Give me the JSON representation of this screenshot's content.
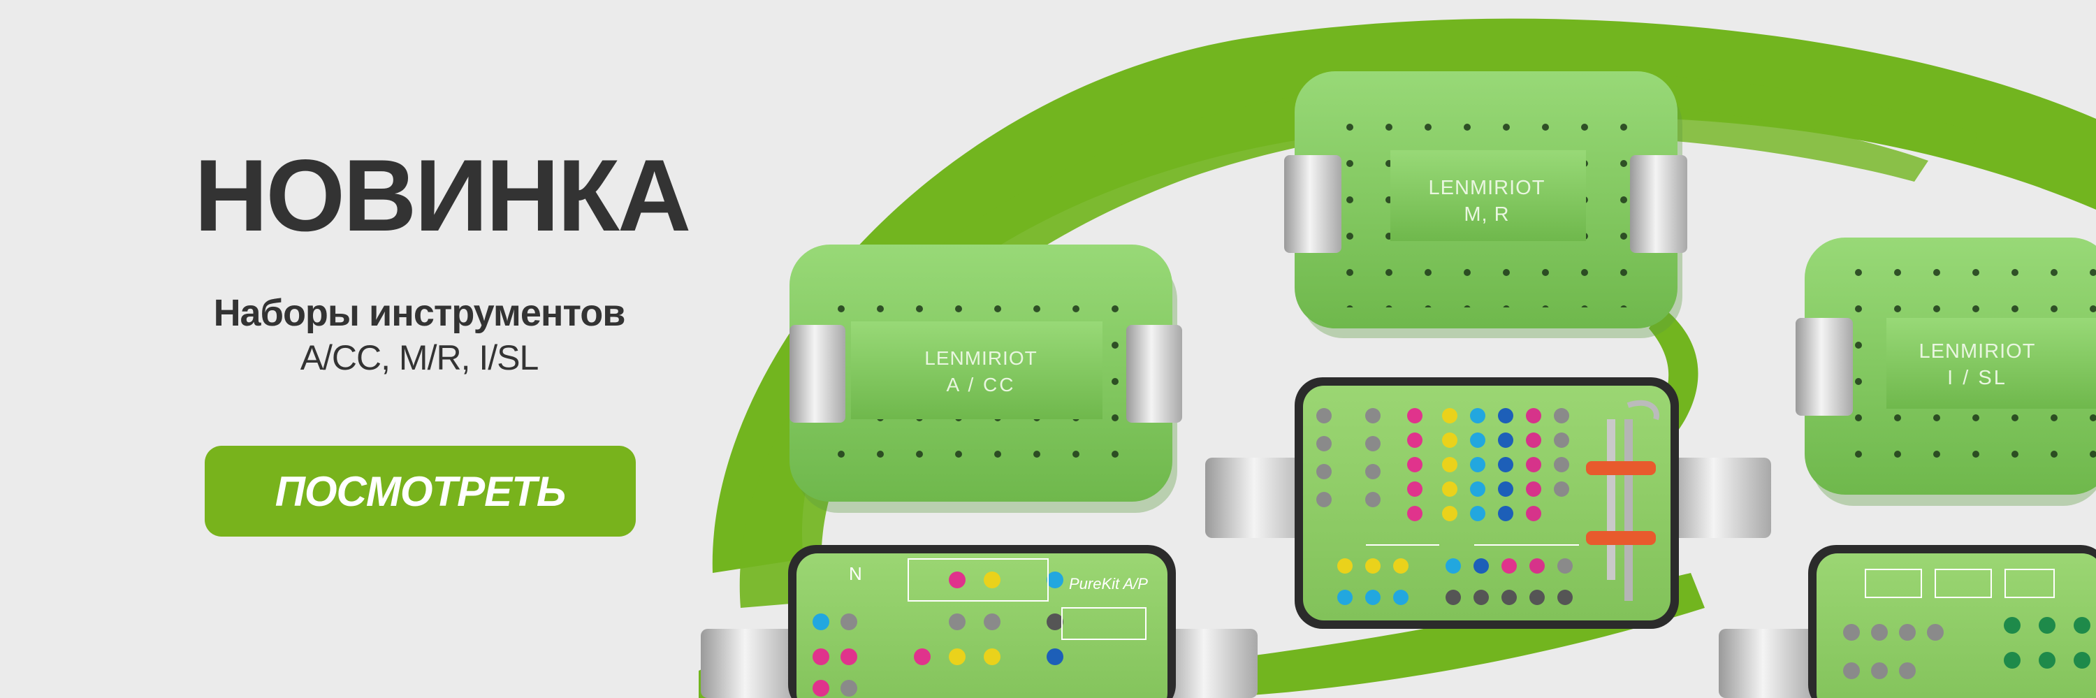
{
  "banner": {
    "headline": "НОВИНКА",
    "subtitle": "Наборы инструментов",
    "models": "A/CC, M/R, I/SL",
    "cta_label": "ПОСМОТРЕТЬ"
  },
  "kits": {
    "left_lid": {
      "brand": "LENMIRIOT",
      "model": "A / CC"
    },
    "center_lid": {
      "brand": "LENMIRIOT",
      "model": "M, R"
    },
    "right_lid": {
      "brand": "LENMIRIOT",
      "model": "I / SL"
    },
    "tray_label": "PureKit A/P",
    "tray_letter": "N"
  },
  "colors": {
    "background": "#ebebeb",
    "brand_green": "#78b31c",
    "kit_green": "#8dd06a",
    "text": "#333333"
  }
}
